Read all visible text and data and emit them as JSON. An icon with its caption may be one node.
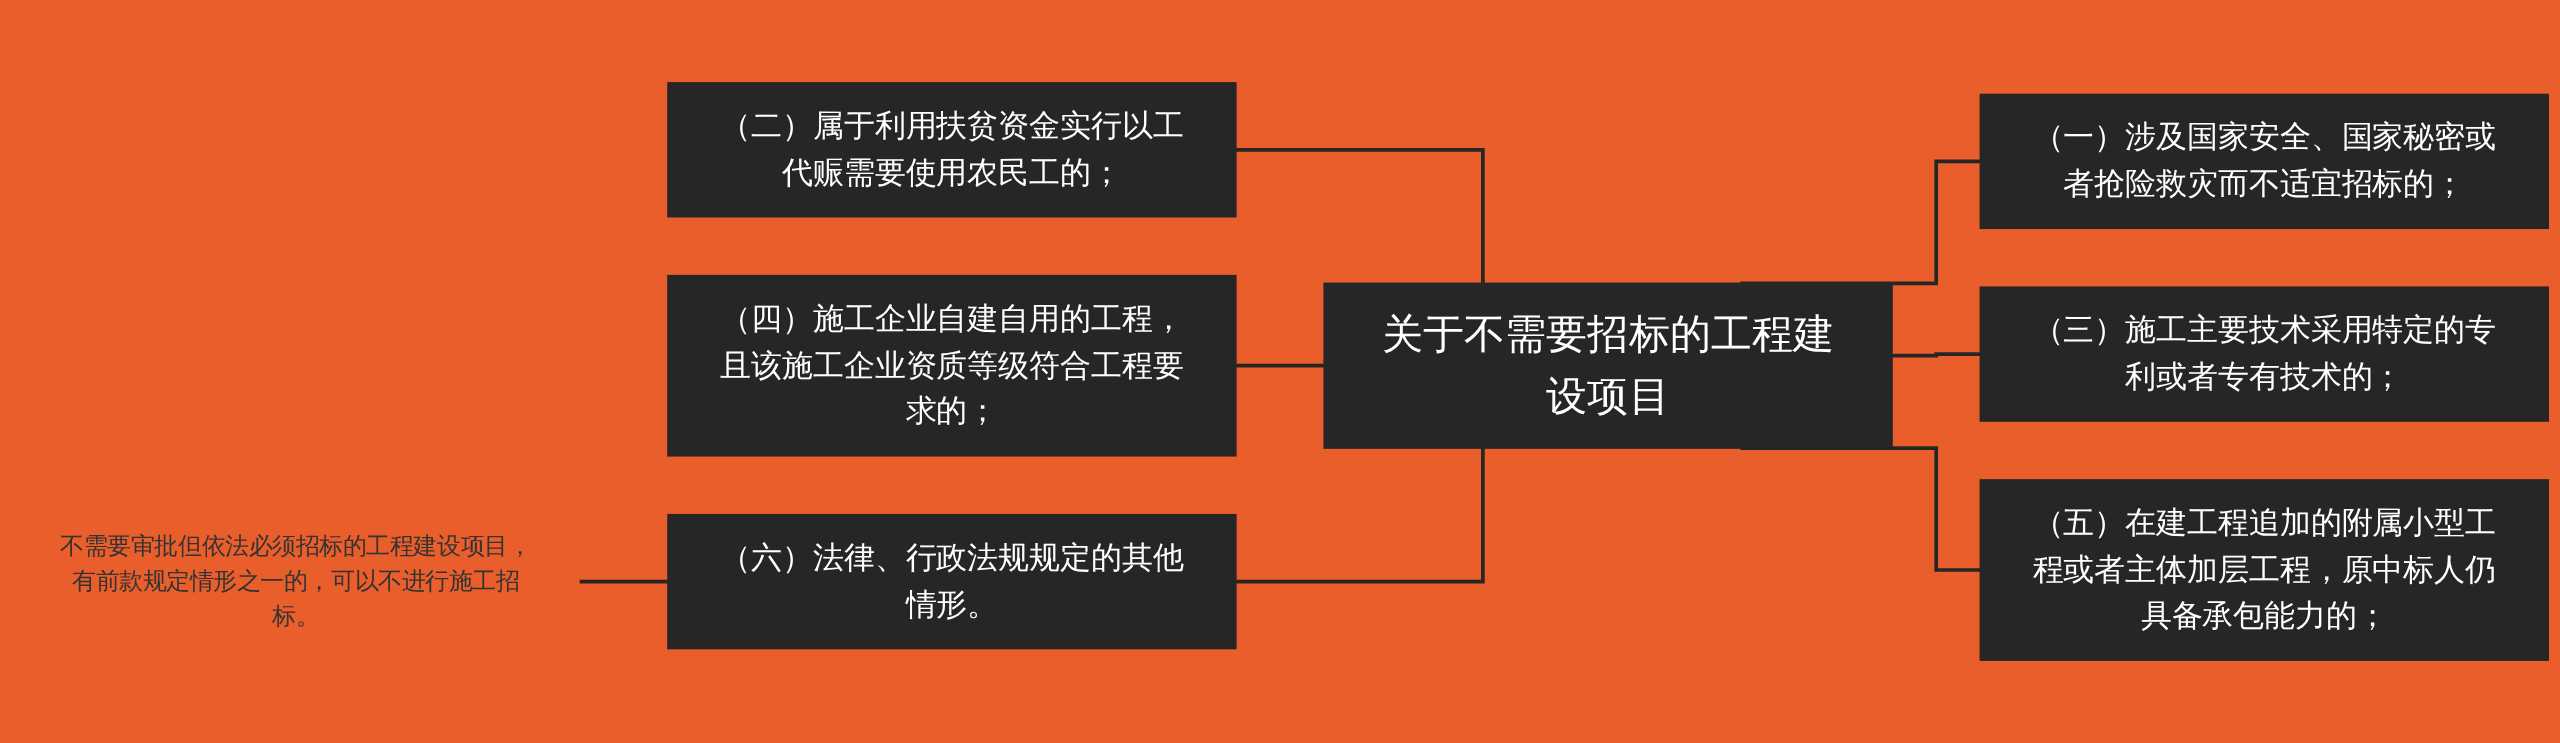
{
  "diagram": {
    "nodes": [
      {
        "text": [
          "关于不需要招标的工程建设项目"
        ]
      },
      {
        "text": [
          "（二）属于利用扶贫资金实行以工代赈需要使用农民工的；"
        ]
      },
      {
        "text": [
          "（四）施工企业自建自用的工程，且该施工企业资质等级符合工程要求的；"
        ]
      },
      {
        "text": [
          "（六）法律、行政法规规定的其他情形。"
        ]
      },
      {
        "text": [
          "（一）涉及国家安全、国家秘密或者抢险救灾而不适宜招标的；"
        ]
      },
      {
        "text": [
          "（三）施工主要技术采用特定的专利或者专有技术的；"
        ]
      },
      {
        "text": [
          "（五）在建工程追加的附属小型工程或者主体加层工程，原中标人仍具备承包能力的；"
        ]
      },
      {
        "text": [
          "不需要审批但依法必须招标的工程建设项目，有前款规定情形之一的，可以不进行施工招标。"
        ]
      }
    ],
    "edges": [
      {
        "from": 1,
        "to": 0,
        "arrow": "none"
      },
      {
        "from": 2,
        "to": 0,
        "arrow": "none"
      },
      {
        "from": 3,
        "to": 0,
        "arrow": "none"
      },
      {
        "from": 0,
        "to": 4,
        "arrow": "none"
      },
      {
        "from": 0,
        "to": 5,
        "arrow": "none"
      },
      {
        "from": 0,
        "to": 6,
        "arrow": "none"
      },
      {
        "from": 7,
        "to": 3,
        "arrow": "none"
      }
    ]
  }
}
